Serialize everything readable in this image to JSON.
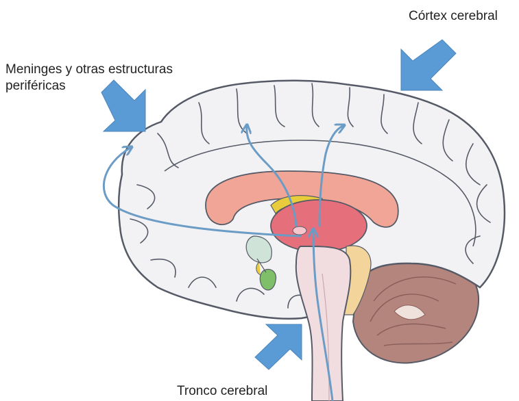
{
  "labels": {
    "cortex": "Córtex cerebral",
    "meninges_line1": "Meninges y otras estructuras",
    "meninges_line2": "periféricas",
    "brainstem": "Tronco cerebral"
  },
  "colors": {
    "pointer_arrow": "#5b9bd5",
    "pathway": "#6a9cc6",
    "brain_fill": "#f2f2f4",
    "brain_outline": "#555a66",
    "corpus_callosum": "#f1a596",
    "thalamus": "#e56f7a",
    "fornix": "#e8cc3b",
    "cerebellum": "#b3857d",
    "brainstem": "#f1dde0"
  },
  "icons": [
    "pointer-arrow-icon",
    "pathway-arrow-icon"
  ]
}
